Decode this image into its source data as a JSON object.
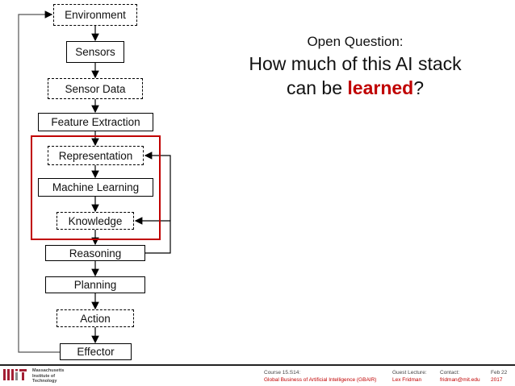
{
  "diagram": {
    "nodes": [
      {
        "label": "Environment",
        "style": "dashed"
      },
      {
        "label": "Sensors",
        "style": "solid"
      },
      {
        "label": "Sensor Data",
        "style": "dashed"
      },
      {
        "label": "Feature Extraction",
        "style": "solid"
      },
      {
        "label": "Representation",
        "style": "dashed"
      },
      {
        "label": "Machine Learning",
        "style": "solid"
      },
      {
        "label": "Knowledge",
        "style": "dashed"
      },
      {
        "label": "Reasoning",
        "style": "solid"
      },
      {
        "label": "Planning",
        "style": "solid"
      },
      {
        "label": "Action",
        "style": "dashed"
      },
      {
        "label": "Effector",
        "style": "solid"
      }
    ],
    "highlight_color": "#c00000"
  },
  "question": {
    "label": "Open Question:",
    "line1": "How much of this AI stack",
    "line2_pre": "can be ",
    "line2_em": "learned",
    "line2_post": "?"
  },
  "footer": {
    "logo_text": "Massachusetts Institute of Technology",
    "course_label": "Course 15.S14:",
    "course_name": "Global Business of Artificial Intelligence (GBAIR)",
    "guest_label": "Guest Lecture:",
    "guest_name": "Lex Fridman",
    "contact_label": "Contact:",
    "contact_email": "fridman@mit.edu",
    "date_line1": "Feb 22",
    "date_line2": "2017"
  }
}
